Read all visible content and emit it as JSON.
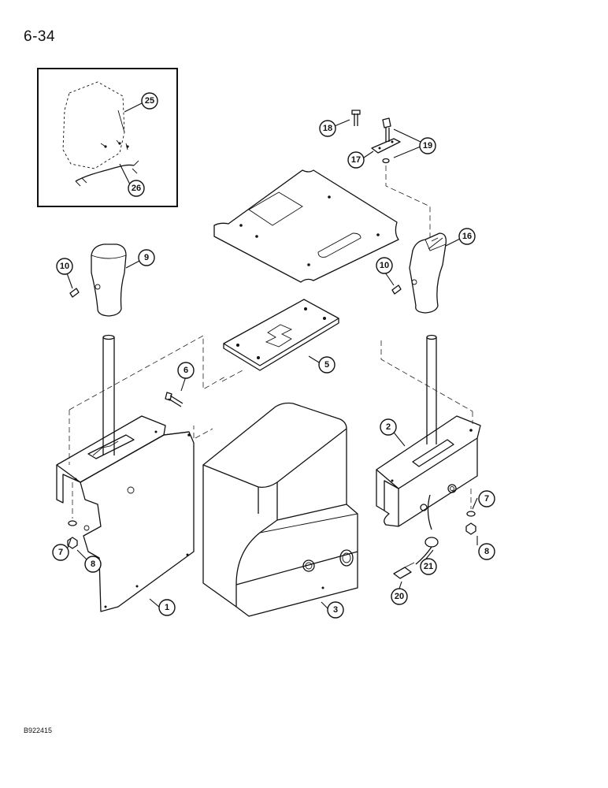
{
  "page": {
    "page_number": "6-34",
    "figure_code": "B922415"
  },
  "callouts": [
    {
      "id": "c1",
      "label": "1"
    },
    {
      "id": "c2",
      "label": "2"
    },
    {
      "id": "c3",
      "label": "3"
    },
    {
      "id": "c5",
      "label": "5"
    },
    {
      "id": "c6",
      "label": "6"
    },
    {
      "id": "c7a",
      "label": "7"
    },
    {
      "id": "c7b",
      "label": "7"
    },
    {
      "id": "c8a",
      "label": "8"
    },
    {
      "id": "c8b",
      "label": "8"
    },
    {
      "id": "c9",
      "label": "9"
    },
    {
      "id": "c10a",
      "label": "10"
    },
    {
      "id": "c10b",
      "label": "10"
    },
    {
      "id": "c16",
      "label": "16"
    },
    {
      "id": "c17",
      "label": "17"
    },
    {
      "id": "c18",
      "label": "18"
    },
    {
      "id": "c19",
      "label": "19"
    },
    {
      "id": "c20",
      "label": "20"
    },
    {
      "id": "c21",
      "label": "21"
    },
    {
      "id": "c25",
      "label": "25"
    },
    {
      "id": "c26",
      "label": "26"
    }
  ]
}
